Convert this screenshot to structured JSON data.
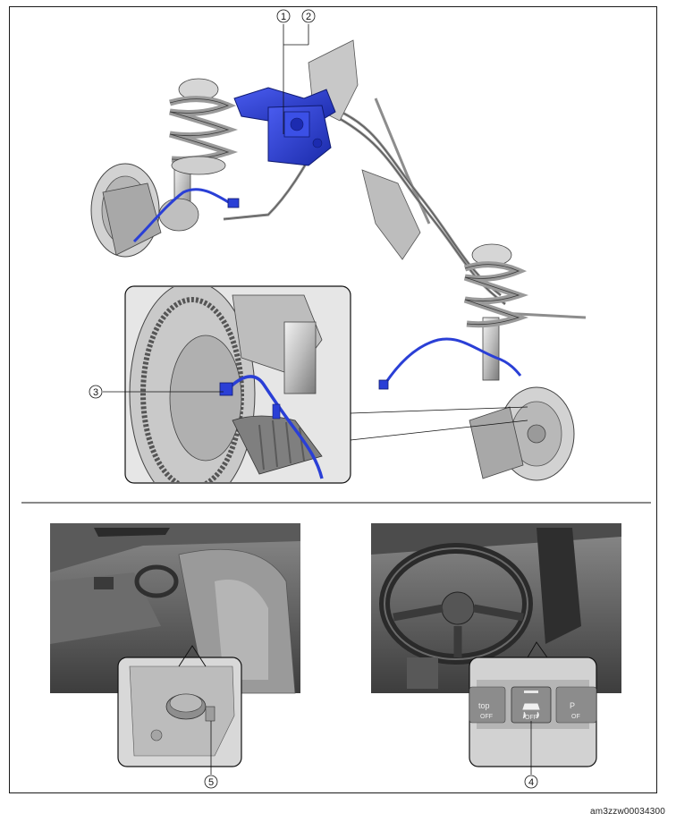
{
  "callouts": [
    {
      "id": "1",
      "label": "1"
    },
    {
      "id": "2",
      "label": "2"
    },
    {
      "id": "3",
      "label": "3"
    },
    {
      "id": "4",
      "label": "4"
    },
    {
      "id": "5",
      "label": "5"
    }
  ],
  "switch_panel": {
    "left_button_label": "top",
    "left_button_sub": "OFF",
    "center_button_sub": "OFF",
    "right_button_label": "P",
    "right_button_sub": "OF"
  },
  "footer": {
    "image_code": "am3zzw00034300"
  },
  "colors": {
    "highlight_blue": "#2a3fd6",
    "frame": "#1a1a1a"
  }
}
